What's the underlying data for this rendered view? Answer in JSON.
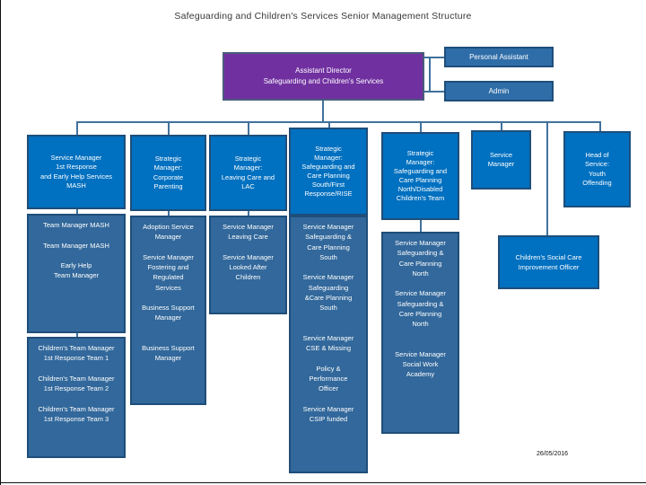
{
  "title": "Safeguarding and Children's Services Senior Management Structure",
  "date": "26/05/2016",
  "colors": {
    "purple": "#7030A0",
    "bright_blue": "#0070C0",
    "medium_blue": "#32689B",
    "box_border": "#1F4E79",
    "connector": "#41719C"
  },
  "nodes": {
    "assistant_director": "Assistant Director\nSafeguarding and Children's Services",
    "personal_assistant": "Personal Assistant",
    "admin": "Admin",
    "sm_first_response": "Service Manager\n1st Response\nand Early Help Services\nMASH",
    "corporate_parenting": "Strategic\nManager:\nCorporate\nParenting",
    "leaving_care": "Strategic\nManager:\nLeaving Care and\nLAC",
    "safeguarding_south": "Strategic\nManager:\nSafeguarding and\nCare Planning\nSouth/First\nResponse/RISE",
    "safeguarding_north": "Strategic\nManager:\nSafeguarding and\nCare Planning\nNorth/Disabled\nChildren's Team",
    "service_manager": "Service\nManager",
    "head_youth_offending": "Head of\nService:\nYouth\nOffending",
    "team_managers_mash": "Team Manager MASH\n\nTeam Manager MASH\n\nEarly Help\nTeam Manager",
    "adoption_group": "Adoption Service\nManager\n\nService Manager\nFostering and\nRegulated\nServices\n\nBusiness Support\nManager\n\n\nBusiness Support\nManager",
    "leaving_care_group": "Service Manager\nLeaving Care\n\nService Manager\nLooked After\nChildren",
    "south_group": "Service Manager\nSafeguarding &\nCare Planning\nSouth\n\nService Manager\nSafeguarding\n&Care Planning\nSouth\n\n\nService Manager\nCSE & Missing\n\nPolicy &\nPerformance\nOfficer\n\nService Manager\nCSIP funded",
    "north_group": "Service Manager\nSafeguarding &\nCare Planning\nNorth\n\nService Manager\nSafeguarding &\nCare Planning\nNorth\n\n\nService Manager\nSocial Work\nAcademy",
    "childrens_team_managers": "Children's Team Manager\n1st Response Team 1\n\nChildren's Team Manager\n1st Response Team 2\n\nChildren's Team Manager\n1st Response Team 3",
    "cscio": "Children's Social Care\nImprovement Officer"
  }
}
